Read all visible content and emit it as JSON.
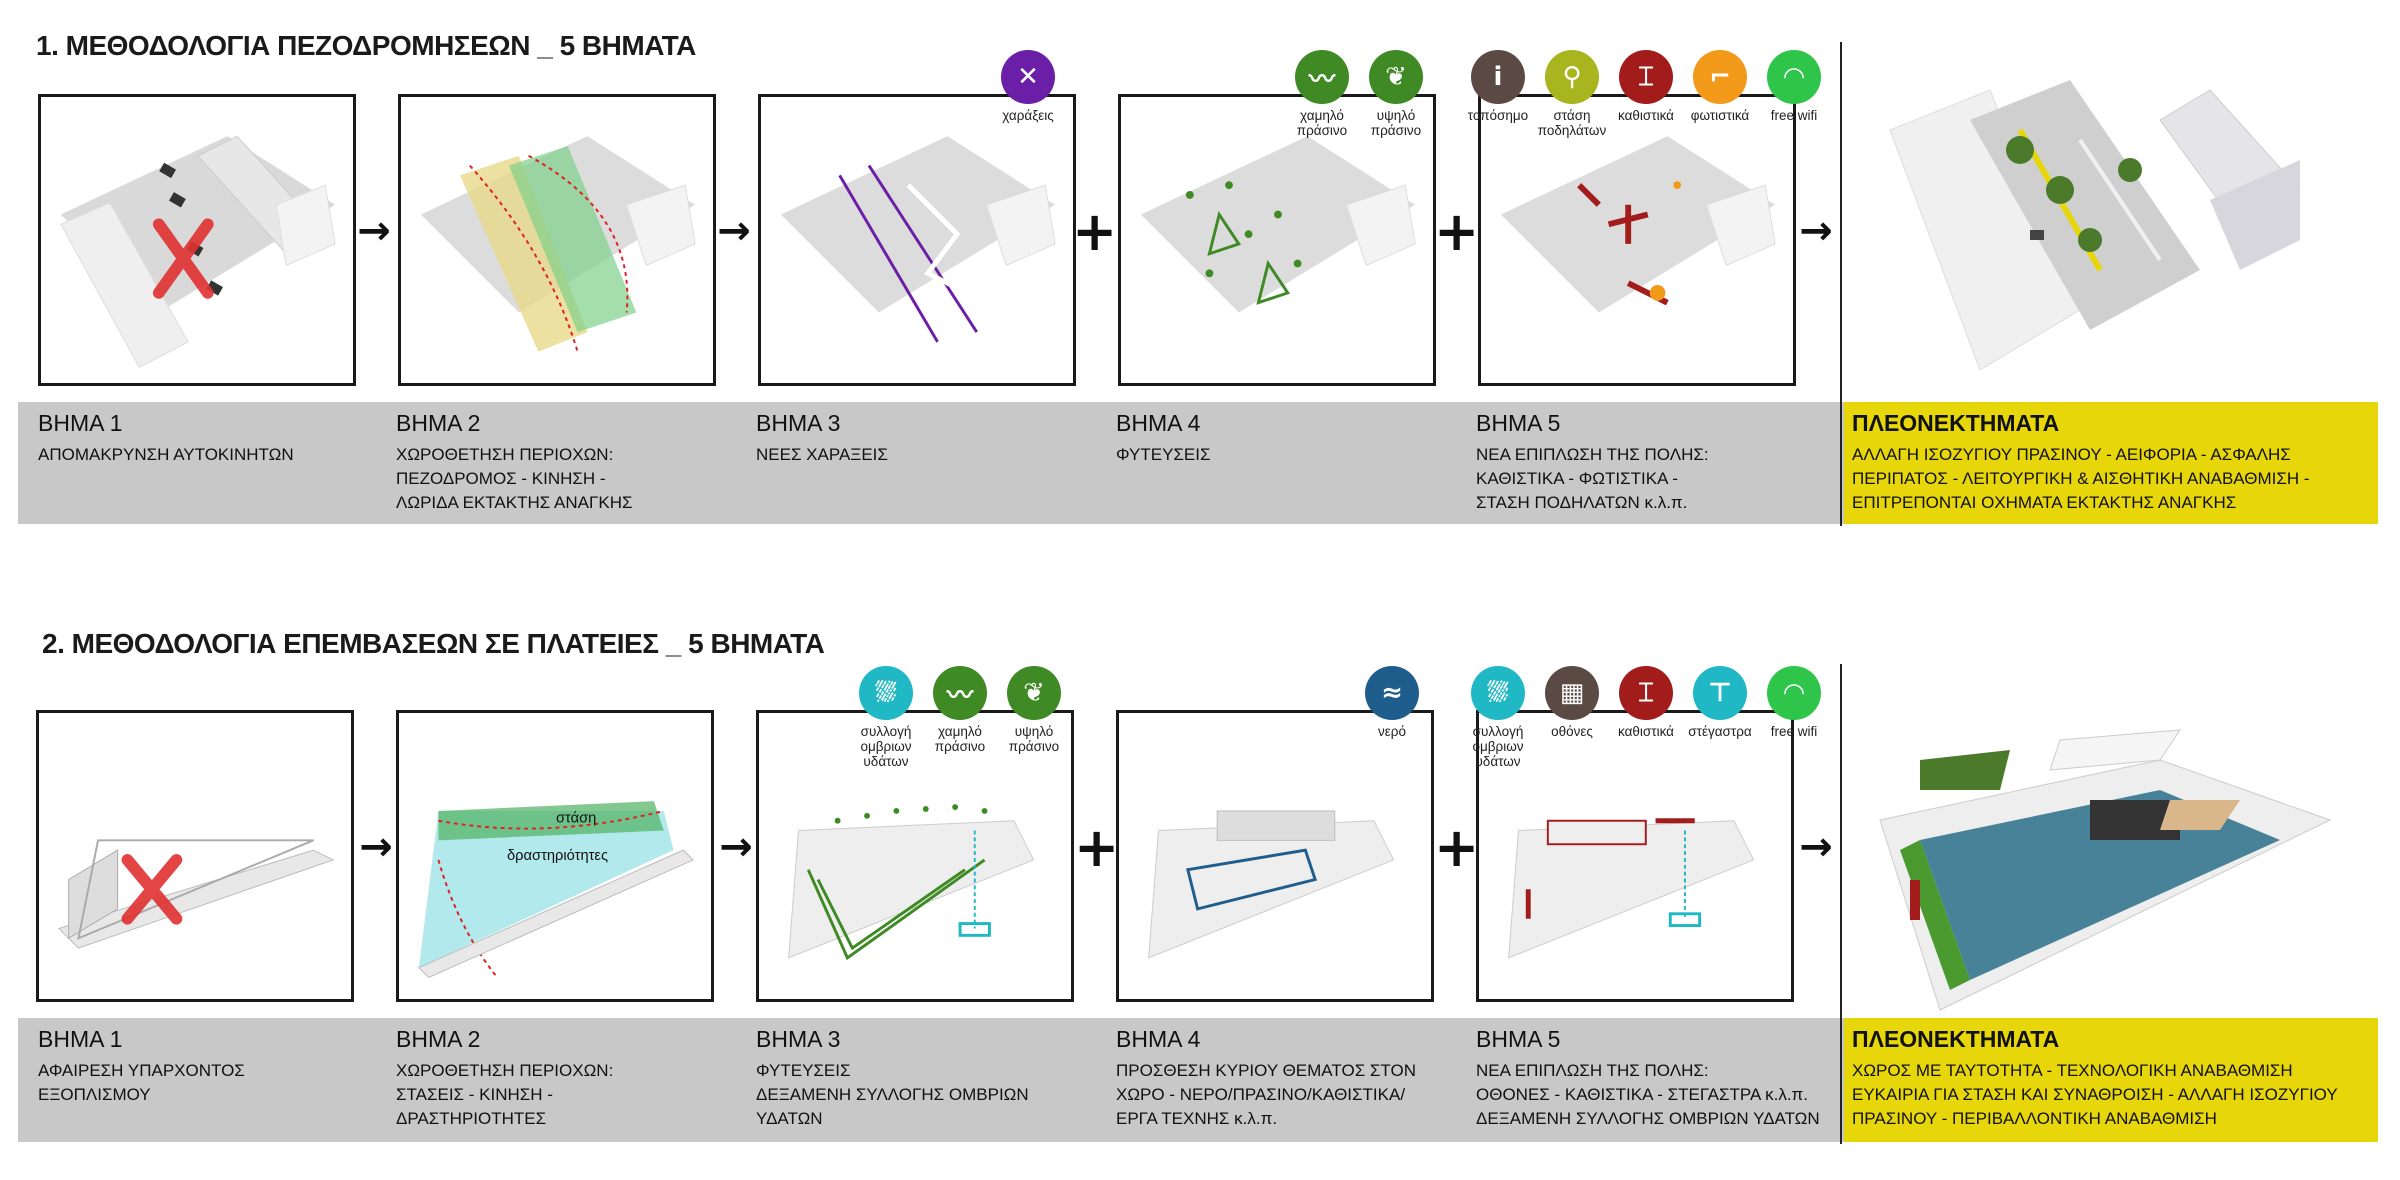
{
  "section1": {
    "title": "1. ΜΕΘΟΔΟΛΟΓΙΑ ΠΕΖΟΔΡΟΜΗΣΕΩΝ _ 5 ΒΗΜΑΤΑ",
    "connectors": [
      "→",
      "→",
      "+",
      "+",
      "→"
    ],
    "icons": {
      "step3": [
        {
          "label": "χαράξεις",
          "color": "#6a1fa6",
          "icon": "lines-icon"
        }
      ],
      "step4": [
        {
          "label": "χαμηλό\nπράσινο",
          "color": "#3f8a25",
          "icon": "grass-icon"
        },
        {
          "label": "υψηλό\nπράσινο",
          "color": "#3f8a25",
          "icon": "leaf-icon"
        }
      ],
      "step5": [
        {
          "label": "τοπόσημο",
          "color": "#5b4a44",
          "icon": "info-icon"
        },
        {
          "label": "στάση\nποδηλάτων",
          "color": "#a8b51f",
          "icon": "bicycle-icon"
        },
        {
          "label": "καθιστικά",
          "color": "#a31c1c",
          "icon": "bench-icon"
        },
        {
          "label": "φωτιστικά",
          "color": "#f39a1b",
          "icon": "lamp-icon"
        },
        {
          "label": "free wifi",
          "color": "#2fc44a",
          "icon": "wifi-icon"
        }
      ]
    },
    "steps": [
      {
        "title": "ΒΗΜΑ 1",
        "lines": [
          "ΑΠΟΜΑΚΡΥΝΣΗ ΑΥΤΟΚΙΝΗΤΩΝ"
        ]
      },
      {
        "title": "ΒΗΜΑ 2",
        "lines": [
          "ΧΩΡΟΘΕΤΗΣΗ ΠΕΡΙΟΧΩΝ:",
          "ΠΕΖΟΔΡΟΜΟΣ - ΚΙΝΗΣΗ -",
          "ΛΩΡΙΔΑ ΕΚΤΑΚΤΗΣ ΑΝΑΓΚΗΣ"
        ]
      },
      {
        "title": "ΒΗΜΑ 3",
        "lines": [
          "ΝΕΕΣ ΧΑΡΑΞΕΙΣ"
        ]
      },
      {
        "title": "ΒΗΜΑ 4",
        "lines": [
          "ΦΥΤΕΥΣΕΙΣ"
        ]
      },
      {
        "title": "ΒΗΜΑ 5",
        "lines": [
          "ΝΕΑ ΕΠΙΠΛΩΣΗ ΤΗΣ ΠΟΛΗΣ:",
          "ΚΑΘΙΣΤΙΚΑ - ΦΩΤΙΣΤΙΚΑ -",
          "ΣΤΑΣΗ ΠΟΔΗΛΑΤΩΝ κ.λ.π."
        ]
      }
    ],
    "advantages": {
      "title": "ΠΛΕΟΝΕΚΤΗΜΑΤΑ",
      "lines": [
        "ΑΛΛΑΓΗ ΙΣΟΖΥΓΙΟΥ ΠΡΑΣΙΝΟΥ - ΑΕΙΦΟΡΙΑ - ΑΣΦΑΛΗΣ",
        "ΠΕΡΙΠΑΤΟΣ - ΛΕΙΤΟΥΡΓΙΚΗ & ΑΙΣΘΗΤΙΚΗ ΑΝΑΒΑΘΜΙΣΗ -",
        "ΕΠΙΤΡΕΠΟΝΤΑΙ ΟΧΗΜΑΤΑ ΕΚΤΑΚΤΗΣ ΑΝΑΓΚΗΣ"
      ]
    }
  },
  "section2": {
    "title": "2. ΜΕΘΟΔΟΛΟΓΙΑ ΕΠΕΜΒΑΣΕΩΝ ΣΕ ΠΛΑΤΕΙΕΣ _ 5 ΒΗΜΑΤΑ",
    "connectors": [
      "→",
      "→",
      "+",
      "+",
      "→"
    ],
    "panel_labels": {
      "stasi": "στάση",
      "drastiriotites": "δραστηριότητες"
    },
    "icons": {
      "step3": [
        {
          "label": "συλλογή\nομβριων\nυδάτων",
          "color": "#1fb8c4",
          "icon": "rain-collect-icon"
        },
        {
          "label": "χαμηλό\nπράσινο",
          "color": "#3f8a25",
          "icon": "grass-icon"
        },
        {
          "label": "υψηλό\nπράσινο",
          "color": "#3f8a25",
          "icon": "leaf-icon"
        }
      ],
      "step4": [
        {
          "label": "νερό",
          "color": "#1f5e8c",
          "icon": "water-icon"
        }
      ],
      "step5": [
        {
          "label": "συλλογή\nομβριων\nυδάτων",
          "color": "#1fb8c4",
          "icon": "rain-collect-icon"
        },
        {
          "label": "οθόνες",
          "color": "#5b4a44",
          "icon": "screens-icon"
        },
        {
          "label": "καθιστικά",
          "color": "#a31c1c",
          "icon": "bench-icon"
        },
        {
          "label": "στέγαστρα",
          "color": "#1fb8c4",
          "icon": "canopy-icon"
        },
        {
          "label": "free wifi",
          "color": "#2fc44a",
          "icon": "wifi-icon"
        }
      ]
    },
    "steps": [
      {
        "title": "ΒΗΜΑ 1",
        "lines": [
          "ΑΦΑΙΡΕΣΗ ΥΠΑΡΧΟΝΤΟΣ",
          "ΕΞΟΠΛΙΣΜΟΥ"
        ]
      },
      {
        "title": "ΒΗΜΑ 2",
        "lines": [
          "ΧΩΡΟΘΕΤΗΣΗ ΠΕΡΙΟΧΩΝ:",
          "ΣΤΑΣΕΙΣ - ΚΙΝΗΣΗ -",
          "ΔΡΑΣΤΗΡΙΟΤΗΤΕΣ"
        ]
      },
      {
        "title": "ΒΗΜΑ 3",
        "lines": [
          "ΦΥΤΕΥΣΕΙΣ",
          "ΔΕΞΑΜΕΝΗ ΣΥΛΛΟΓΗΣ ΟΜΒΡΙΩΝ",
          "ΥΔΑΤΩΝ"
        ]
      },
      {
        "title": "ΒΗΜΑ 4",
        "lines": [
          "ΠΡΟΣΘΕΣΗ ΚΥΡΙΟΥ ΘΕΜΑΤΟΣ ΣΤΟΝ",
          "ΧΩΡΟ - ΝΕΡΟ/ΠΡΑΣΙΝΟ/ΚΑΘΙΣΤΙΚΑ/",
          "ΕΡΓΑ ΤΕΧΝΗΣ κ.λ.π."
        ]
      },
      {
        "title": "ΒΗΜΑ 5",
        "lines": [
          "ΝΕΑ ΕΠΙΠΛΩΣΗ ΤΗΣ ΠΟΛΗΣ:",
          "ΟΘΟΝΕΣ - ΚΑΘΙΣΤΙΚΑ - ΣΤΕΓΑΣΤΡΑ κ.λ.π.",
          "ΔΕΞΑΜΕΝΗ ΣΥΛΛΟΓΗΣ ΟΜΒΡΙΩΝ ΥΔΑΤΩΝ"
        ]
      }
    ],
    "advantages": {
      "title": "ΠΛΕΟΝΕΚΤΗΜΑΤΑ",
      "lines": [
        "ΧΩΡΟΣ ΜΕ ΤΑΥΤΟΤΗΤΑ - ΤΕΧΝΟΛΟΓΙΚΗ ΑΝΑΒΑΘΜΙΣΗ",
        "ΕΥΚΑΙΡΙΑ ΓΙΑ ΣΤΑΣΗ ΚΑΙ ΣΥΝΑΘΡΟΙΣΗ - ΑΛΛΑΓΗ ΙΣΟΖΥΓΙΟΥ",
        "ΠΡΑΣΙΝΟΥ - ΠΕΡΙΒΑΛΛΟΝΤΙΚΗ ΑΝΑΒΑΘΜΙΣΗ"
      ]
    }
  }
}
